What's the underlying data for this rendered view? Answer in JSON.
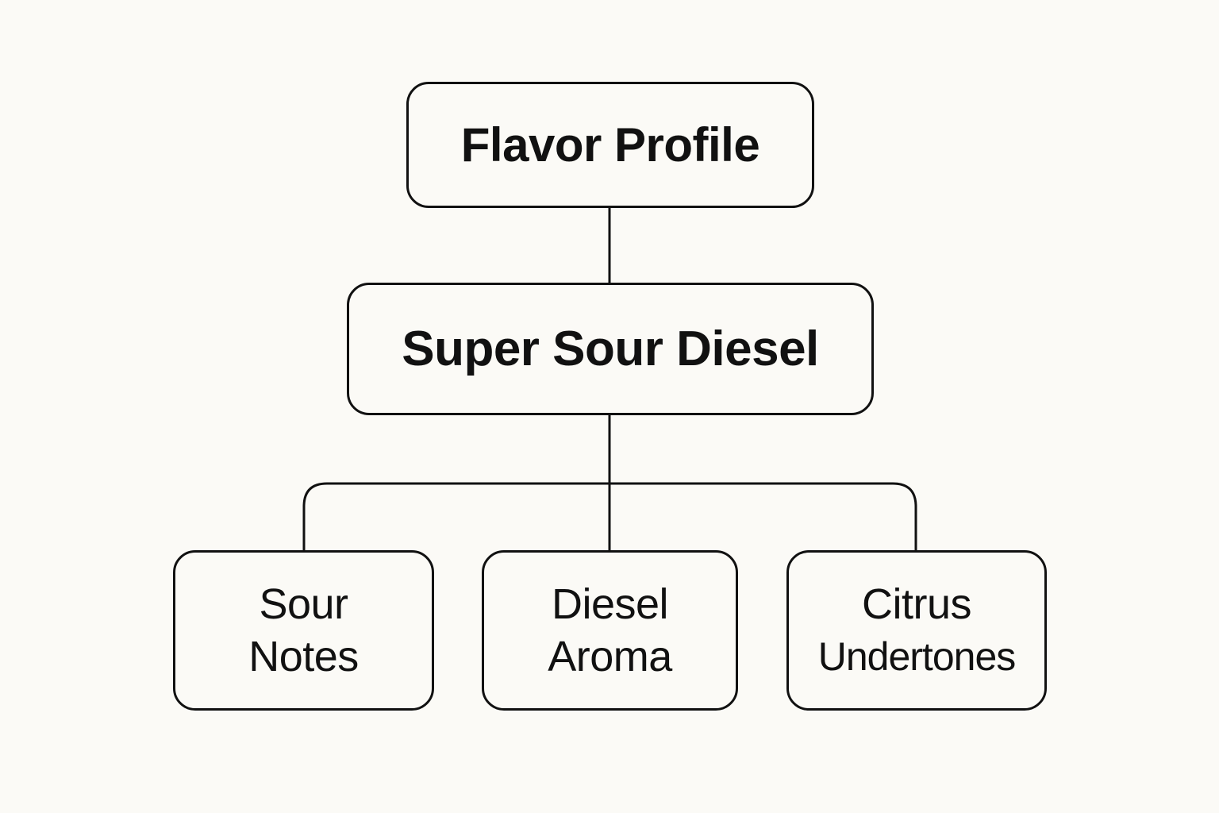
{
  "colors": {
    "background": "#fbfaf6",
    "stroke": "#111111",
    "text": "#111111"
  },
  "diagram": {
    "root": {
      "label": "Flavor Profile"
    },
    "strain": {
      "label": "Super Sour Diesel"
    },
    "children": [
      {
        "line1": "Sour",
        "line2": "Notes"
      },
      {
        "line1": "Diesel",
        "line2": "Aroma"
      },
      {
        "line1": "Citrus",
        "line2": "Undertones"
      }
    ]
  }
}
